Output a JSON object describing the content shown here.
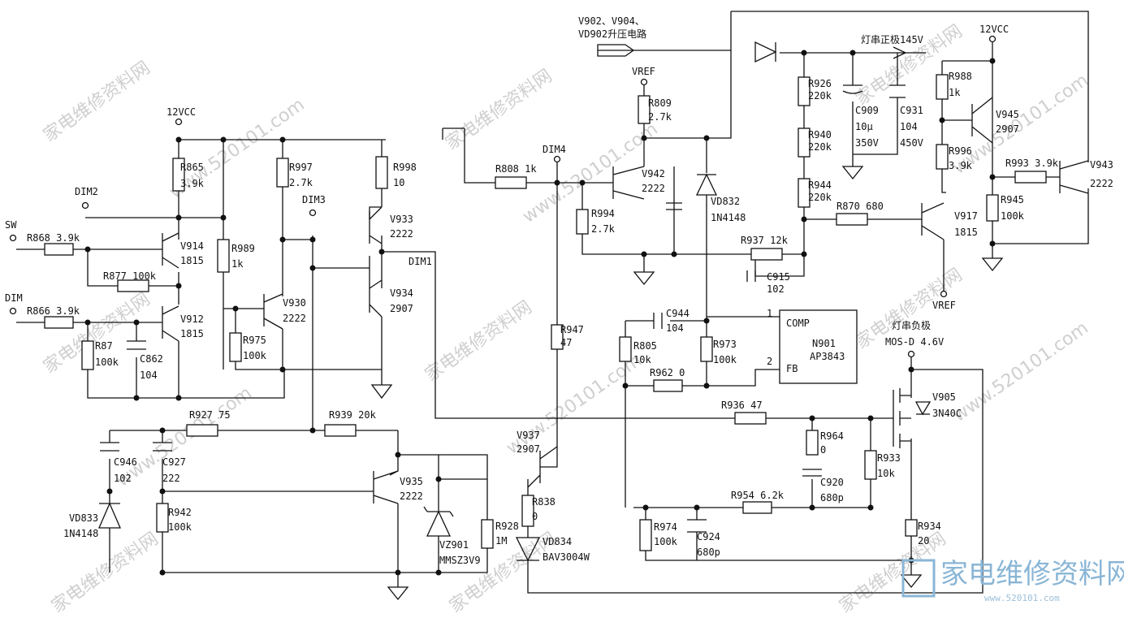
{
  "labels": {
    "boost_in": "V902、V904、",
    "boost_in2": "VD902升压电路",
    "led_pos": "灯串正极145V",
    "led_neg": "灯串负极",
    "mos_d": "MOS-D 4.6V",
    "vcc_a": "12VCC",
    "vcc_b": "12VCC",
    "vref_a": "VREF",
    "vref_b": "VREF",
    "dim4": "DIM4",
    "dim2": "DIM2",
    "dim3": "DIM3",
    "dim1": "DIM1",
    "sw": "SW",
    "dim": "DIM",
    "comp": "COMP",
    "fb": "FB",
    "pin1": "1",
    "pin2": "2",
    "n901": "N901",
    "ap3843": "AP3843"
  },
  "parts": {
    "r926": "R926",
    "r926v": "220k",
    "r940": "R940",
    "r940v": "220k",
    "r944": "R944",
    "r944v": "220k",
    "c909": "C909",
    "c909v": "10μ",
    "c909v2": "350V",
    "c931": "C931",
    "c931v": "104",
    "c931v2": "450V",
    "r988": "R988",
    "r988v": "1k",
    "v945": "V945",
    "v945v": "2907",
    "r996": "R996",
    "r996v": "3.9k",
    "r993": "R993 3.9k",
    "v943": "V943",
    "v943v": "2222",
    "r945": "R945",
    "r945v": "100k",
    "r870": "R870 680",
    "v917": "V917",
    "v917v": "1815",
    "r937": "R937 12k",
    "c915": "C915",
    "c915v": "102",
    "r809": "R809",
    "r809v": "2.7k",
    "v942": "V942",
    "v942v": "2222",
    "r994": "R994",
    "r994v": "2.7k",
    "r808": "R808 1k",
    "vd832": "VD832",
    "vd832v": "1N4148",
    "c944": "C944",
    "c944v": "104",
    "r805": "R805",
    "r805v": "10k",
    "r973": "R973",
    "r973v": "100k",
    "r962": "R962 0",
    "r947": "R947",
    "r947v": "47",
    "r936": "R936 47",
    "r964": "R964",
    "r964v": "0",
    "c920": "C920",
    "c920v": "680p",
    "r933": "R933",
    "r933v": "10k",
    "v905": "V905",
    "v905v": "3N40C",
    "r954": "R954 6.2k",
    "r974": "R974",
    "r974v": "100k",
    "c924": "C924",
    "c924v": "680p",
    "r934": "R934",
    "r934v": "20",
    "v937": "V937",
    "v937v": "2907",
    "r838": "R838",
    "r838v": "0",
    "vd834": "VD834",
    "vd834v": "BAV3004W",
    "r865": "R865",
    "r865v": "3.9k",
    "r997": "R997",
    "r997v": "2.7k",
    "r998": "R998",
    "r998v": "10",
    "v933": "V933",
    "v933v": "2222",
    "v934": "V934",
    "v934v": "2907",
    "r868": "R868 3.9k",
    "v914": "V914",
    "v914v": "1815",
    "r989": "R989",
    "r989v": "1k",
    "r877": "R877 100k",
    "v930": "V930",
    "v930v": "2222",
    "r866": "R866 3.9k",
    "v912": "V912",
    "v912v": "1815",
    "r87": "R87",
    "r87v": "100k",
    "c862": "C862",
    "c862v": "104",
    "r975": "R975",
    "r975v": "100k",
    "r927": "R927 75",
    "r939": "R939 20k",
    "c946": "C946",
    "c946v": "102",
    "c927": "C927",
    "c927v": "222",
    "vd833": "VD833",
    "vd833v": "1N4148",
    "r942": "R942",
    "r942v": "100k",
    "v935": "V935",
    "v935v": "2222",
    "vz901": "VZ901",
    "vz901v": "MMSZ3V9",
    "r928": "R928",
    "r928v": "1M"
  },
  "watermark": {
    "text": "家电维修资料网",
    "url_text": "www.520101.com",
    "logo_text": "家电维修资料网",
    "logo_url": "www.520101.com"
  }
}
